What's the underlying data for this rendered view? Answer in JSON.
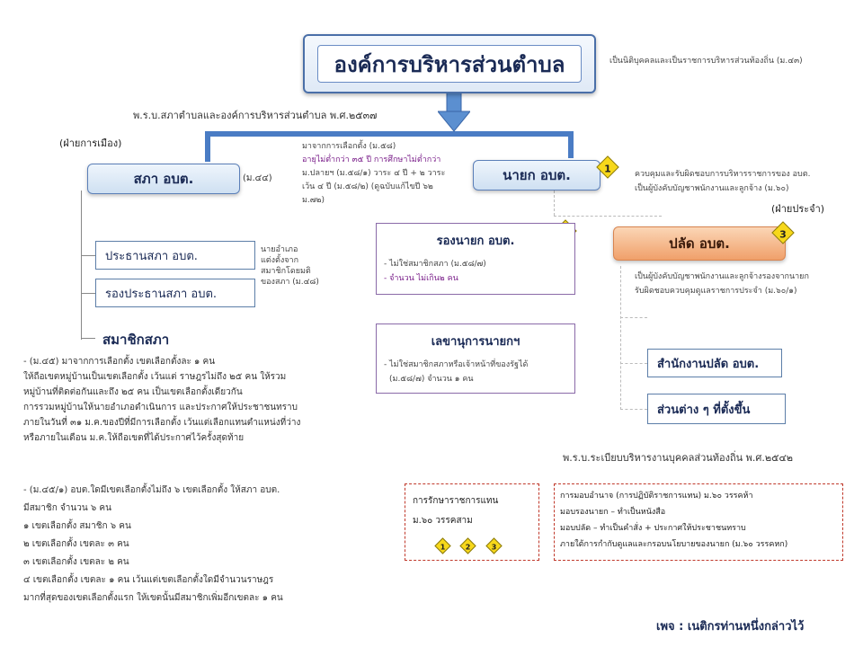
{
  "title": "องค์การบริหารส่วนตำบล",
  "title_note": "เป็นนิติบุคคลและเป็นราชการบริหารส่วนท้องถิ่น (ม.๔๓)",
  "act_label": "พ.ร.บ.สภาตำบลและองค์การบริหารส่วนตำบล พ.ศ.๒๕๓๗",
  "political_label": "(ฝ่ายการเมือง)",
  "permanent_label": "(ฝ่ายประจำ)",
  "council": {
    "title": "สภา อบต.",
    "ref": "(ม.๔๔)",
    "chair": "ประธานสภา อบต.",
    "vice_chair": "รองประธานสภา อบต.",
    "chair_note": [
      "นายอำเภอ",
      "แต่งตั้งจาก",
      "สมาชิกโดยมติ",
      "ของสภา (ม.๔๘)"
    ],
    "members": "สมาชิกสภา",
    "member_notes": [
      "- (ม.๔๕) มาจากการเลือกตั้ง เขตเลือกตั้งละ ๑ คน",
      "ให้ถือเขตหมู่บ้านเป็นเขตเลือกตั้ง เว้นแต่ ราษฎรไม่ถึง ๒๕ คน ให้รวม",
      "หมู่บ้านที่ติดต่อกันและถึง ๒๕ คน เป็นเขตเลือกตั้งเดียวกัน",
      "การรวมหมู่บ้านให้นายอำเภอดำเนินการ และประกาศให้ประชาชนทราบ",
      "ภายในวันที่ ๓๑ ม.ค.ของปีที่มีการเลือกตั้ง เว้นแต่เลือกแทนตำแหน่งที่ว่าง",
      "หรือภายในเดือน ม.ค.ให้ถือเขตที่ได้ประกาศไว้ครั้งสุดท้าย"
    ],
    "district_notes": [
      "- (ม.๔๕/๑) อบต.ใดมีเขตเลือกตั้งไม่ถึง ๖ เขตเลือกตั้ง ให้สภา อบต.",
      "มีสมาชิก จำนวน ๖ คน",
      "๑ เขตเลือกตั้ง        สมาชิก ๖ คน",
      "๒ เขตเลือกตั้ง        เขตละ ๓ คน",
      "๓ เขตเลือกตั้ง        เขตละ ๒ คน",
      "๔ เขตเลือกตั้ง        เขตละ ๑ คน เว้นแต่เขตเลือกตั้งใดมีจำนวนราษฎร",
      "มากที่สุดของเขตเลือกตั้งแรก  ให้เขตนั้นมีสมาชิกเพิ่มอีกเขตละ  ๑ คน"
    ]
  },
  "mayor": {
    "title": "นายก อบต.",
    "badge": "1",
    "election_notes": [
      "มาจากการเลือกตั้ง (ม.๕๘)",
      "อายุไม่ต่ำกว่า ๓๕ ปี การศึกษาไม่ต่ำกว่า",
      "ม.ปลายฯ (ม.๕๘/๑) วาระ ๔ ปี + ๒ วาระ",
      "เว้น ๔ ปี (ม.๕๘/๒) (ดูฉบับแก้ไขปี ๖๒",
      "ม.๗๒)"
    ],
    "duty_notes": [
      "ควบคุมและรับผิดชอบการบริหารราชการของ อบต.",
      "เป็นผู้บังคับบัญชาพนักงานและลูกจ้าง (ม.๖๐)"
    ]
  },
  "deputy": {
    "title": "รองนายก อบต.",
    "badge": "2",
    "notes": [
      "- ไม่ใช่สมาชิกสภา (ม.๕๘/๗)",
      "- จำนวน ไม่เกิน๒ คน"
    ]
  },
  "secretary": {
    "title": "เลขานุการนายกฯ",
    "notes": [
      "- ไม่ใช่สมาชิกสภาหรือเจ้าหน้าที่ของรัฐได้",
      "(ม.๕๘/๗) จำนวน  ๑ คน"
    ]
  },
  "clerk": {
    "title": "ปลัด อบต.",
    "badge": "3",
    "notes": [
      "เป็นผู้บังคับบัญชาพนักงานและลูกจ้างรองจากนายก",
      "รับผิดชอบควบคุมดูแลราชการประจำ (ม.๖๐/๑)"
    ]
  },
  "office": "สำนักงานปลัด อบต.",
  "divisions": "ส่วนต่าง ๆ ที่ตั้งขึ้น",
  "personnel_act": "พ.ร.บ.ระเบียบบริหารงานบุคคลส่วนท้องถิ่น พ.ศ.๒๕๔๒",
  "acting": {
    "lines": [
      "การรักษาราชการแทน",
      "ม.๖๐ วรรคสาม"
    ],
    "badges": [
      "1",
      "2",
      "3"
    ]
  },
  "delegation": {
    "lines": [
      "การมอบอำนาจ (การปฏิบัติราชการแทน) ม.๖๐ วรรคห้า",
      "มอบรองนายก – ทำเป็นหนังสือ",
      "มอบปลัด             – ทำเป็นคำสั่ง + ประกาศให้ประชาชนทราบ",
      "ภายใต้การกำกับดูแลและกรอบนโยบายของนายก  (ม.๖๐ วรรคหก)"
    ]
  },
  "footer": "เพจ : เนติกรท่านหนึ่งกล่าวไว้",
  "colors": {
    "connector": "#4a7cc4",
    "badge": "#f7d81a",
    "clerk_box": "#f0a06a",
    "highlight_text": "#7a1f8a"
  }
}
